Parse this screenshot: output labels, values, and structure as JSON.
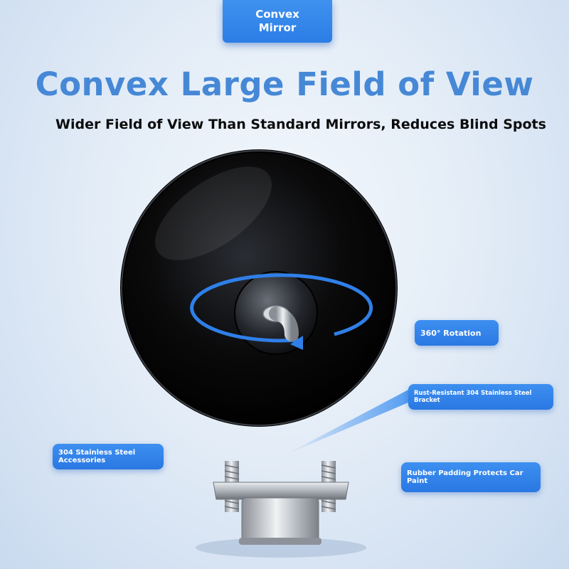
{
  "badge": {
    "line1": "Convex",
    "line2": "Mirror"
  },
  "headline": "Convex Large Field of View",
  "subheadline": "Wider Field of View Than Standard Mirrors, Reduces Blind Spots",
  "callouts": {
    "rotation": "360° Rotation",
    "bracket": "Rust-Resistant 304 Stainless Steel Bracket",
    "accessories": "304 Stainless Steel Accessories",
    "rubber": "Rubber Padding Protects Car Paint"
  },
  "colors": {
    "accent_blue": "#2c7de6",
    "headline_blue": "#4688d6",
    "mirror_black": "#0a0a0a"
  }
}
